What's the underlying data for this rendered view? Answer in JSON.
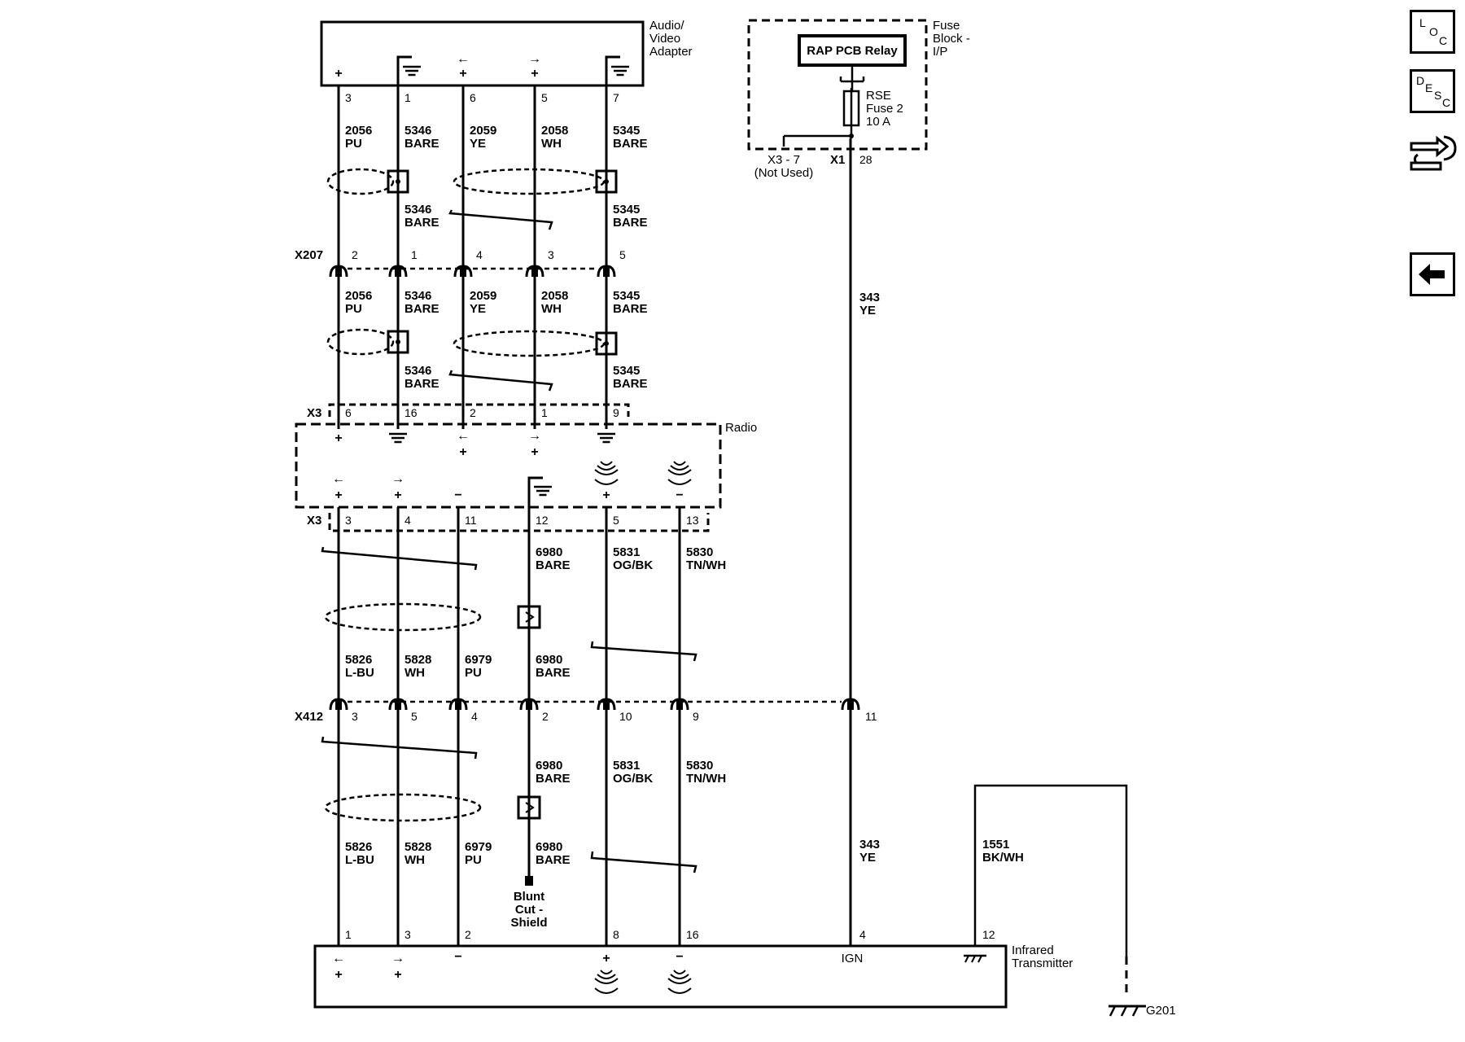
{
  "components": {
    "av_adapter": [
      "Audio/",
      "Video",
      "Adapter"
    ],
    "fuse_block": [
      "Fuse",
      "Block -",
      "I/P"
    ],
    "relay": "RAP PCB Relay",
    "fuse": [
      "RSE",
      "Fuse 2",
      "10 A"
    ],
    "radio": "Radio",
    "ir_transmitter": [
      "Infrared",
      "Transmitter"
    ],
    "ground": "G201",
    "blunt_cut": [
      "Blunt",
      "Cut -",
      "Shield"
    ],
    "not_used": [
      "X3 - 7",
      "(Not Used)"
    ],
    "ign": "IGN"
  },
  "connectors": {
    "x207": "X207",
    "x3_top": "X3",
    "x3_bottom": "X3",
    "x412": "X412",
    "x1": "X1",
    "x1_pin": "28"
  },
  "symbols": {
    "plus": "+",
    "minus": "−",
    "left_arrow": "←",
    "right_arrow": "→"
  },
  "wiring": {
    "av_pins": [
      "3",
      "1",
      "6",
      "5",
      "7"
    ],
    "x207_pins": [
      "2",
      "1",
      "4",
      "3",
      "5"
    ],
    "radio_top_pins": [
      "6",
      "16",
      "2",
      "1",
      "9"
    ],
    "radio_bottom_pins": [
      "3",
      "4",
      "11",
      "12",
      "5",
      "13"
    ],
    "x412_pins": [
      "3",
      "5",
      "4",
      "2",
      "10",
      "9",
      "11"
    ],
    "ir_pins": [
      "1",
      "3",
      "2",
      "8",
      "16",
      "4",
      "12"
    ],
    "upper_wires_a": [
      [
        "2056",
        "PU"
      ],
      [
        "5346",
        "BARE"
      ],
      [
        "2059",
        "YE"
      ],
      [
        "2058",
        "WH"
      ],
      [
        "5345",
        "BARE"
      ]
    ],
    "upper_wires_b": [
      [
        "2056",
        "PU"
      ],
      [
        "5346",
        "BARE"
      ],
      [
        "2059",
        "YE"
      ],
      [
        "2058",
        "WH"
      ],
      [
        "5345",
        "BARE"
      ]
    ],
    "shield_drain_a": [
      [
        "5346",
        "BARE"
      ],
      [
        "5345",
        "BARE"
      ]
    ],
    "shield_drain_b": [
      [
        "5346",
        "BARE"
      ],
      [
        "5345",
        "BARE"
      ]
    ],
    "lower_wires_a_top": [
      [
        "6980",
        "BARE"
      ],
      [
        "5831",
        "OG/BK"
      ],
      [
        "5830",
        "TN/WH"
      ]
    ],
    "lower_wires_a_bottom": [
      [
        "5826",
        "L-BU"
      ],
      [
        "5828",
        "WH"
      ],
      [
        "6979",
        "PU"
      ],
      [
        "6980",
        "BARE"
      ]
    ],
    "lower_wires_b_top": [
      [
        "6980",
        "BARE"
      ],
      [
        "5831",
        "OG/BK"
      ],
      [
        "5830",
        "TN/WH"
      ]
    ],
    "lower_wires_b_bottom": [
      [
        "5826",
        "L-BU"
      ],
      [
        "5828",
        "WH"
      ],
      [
        "6979",
        "PU"
      ],
      [
        "6980",
        "BARE"
      ]
    ],
    "ign_wire_a": [
      "343",
      "YE"
    ],
    "ign_wire_b": [
      "343",
      "YE"
    ],
    "ground_wire": [
      "1551",
      "BK/WH"
    ]
  },
  "nav": {
    "loc": [
      "L",
      "O",
      "C"
    ],
    "desc": [
      "D",
      "E",
      "S",
      "C"
    ],
    "icons": [
      "location-icon",
      "description-icon",
      "connector-icon",
      "back-arrow-icon"
    ]
  }
}
